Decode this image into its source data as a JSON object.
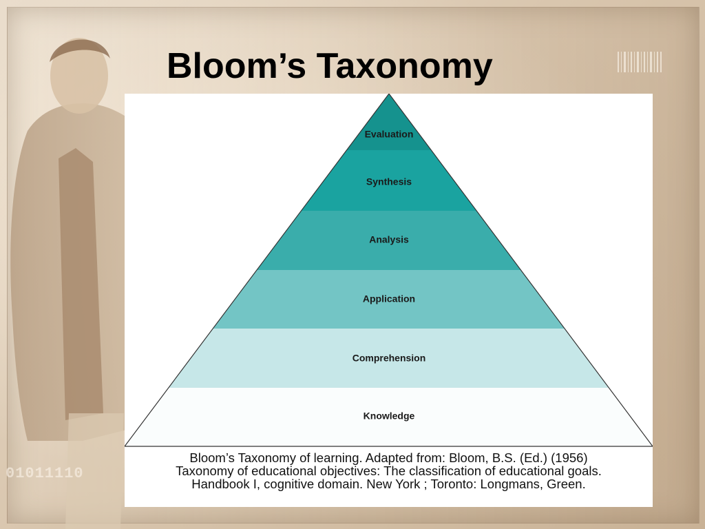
{
  "slide": {
    "title": "Bloom’s Taxonomy"
  },
  "decor": {
    "binary_text": "01011110"
  },
  "pyramid": {
    "levels": [
      {
        "label": "Evaluation",
        "color": "#15928e"
      },
      {
        "label": "Synthesis",
        "color": "#1aa3a0"
      },
      {
        "label": "Analysis",
        "color": "#3aadab"
      },
      {
        "label": "Application",
        "color": "#73c5c5"
      },
      {
        "label": "Comprehension",
        "color": "#c6e7e8"
      },
      {
        "label": "Knowledge",
        "color": "#fafdfd"
      }
    ]
  },
  "caption": {
    "lines": [
      "Bloom’s Taxonomy of learning.  Adapted from: Bloom, B.S. (Ed.) (1956)",
      "Taxonomy of educational objectives: The classification of educational goals.",
      "Handbook I, cognitive domain. New York ; Toronto: Longmans, Green."
    ]
  }
}
